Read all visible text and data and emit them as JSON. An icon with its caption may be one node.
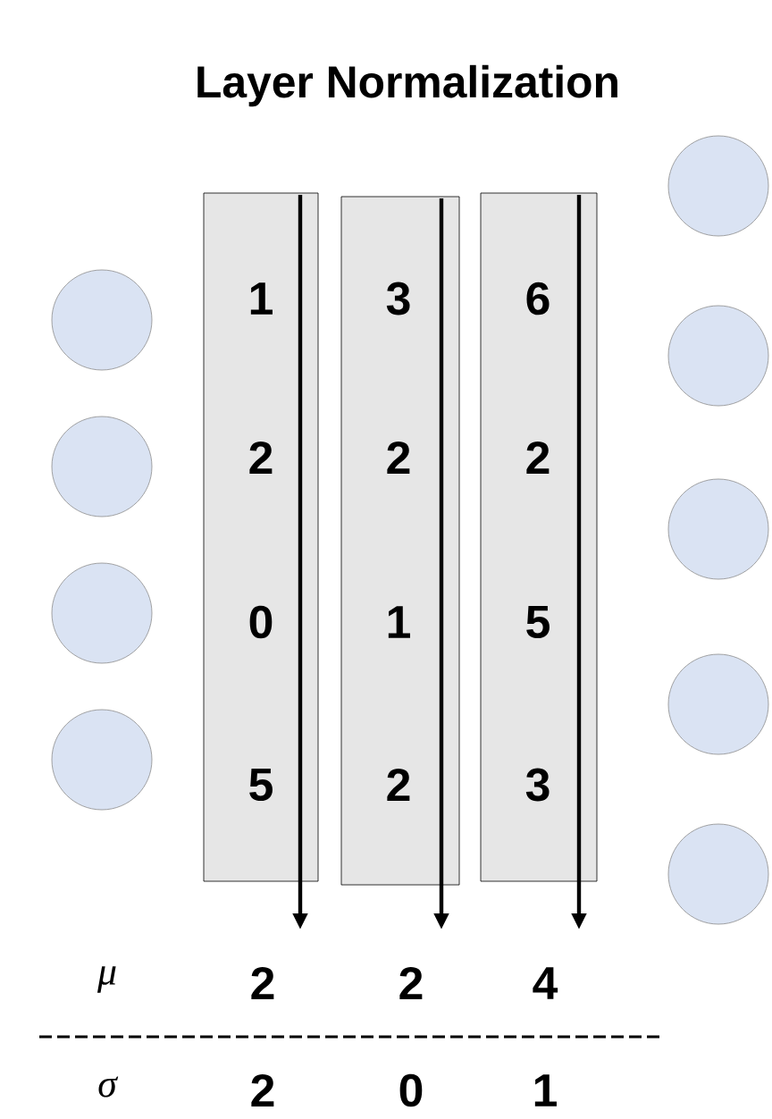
{
  "diagram": {
    "title": "Layer Normalization",
    "nodes": [
      {
        "text": [],
        "shape": "circle"
      },
      {
        "text": [],
        "shape": "circle"
      },
      {
        "text": [],
        "shape": "circle"
      },
      {
        "text": [],
        "shape": "circle"
      },
      {
        "text": [
          "1",
          "2",
          "0",
          "5"
        ]
      },
      {
        "text": [
          "3",
          "2",
          "1",
          "2"
        ]
      },
      {
        "text": [
          "6",
          "2",
          "5",
          "3"
        ]
      },
      {
        "text": [],
        "shape": "circle"
      },
      {
        "text": [],
        "shape": "circle"
      },
      {
        "text": [],
        "shape": "circle"
      },
      {
        "text": [],
        "shape": "circle"
      },
      {
        "text": [],
        "shape": "circle"
      }
    ],
    "labels": [
      "μ",
      "2",
      "2",
      "4",
      "σ",
      "2",
      "0",
      "1"
    ]
  }
}
